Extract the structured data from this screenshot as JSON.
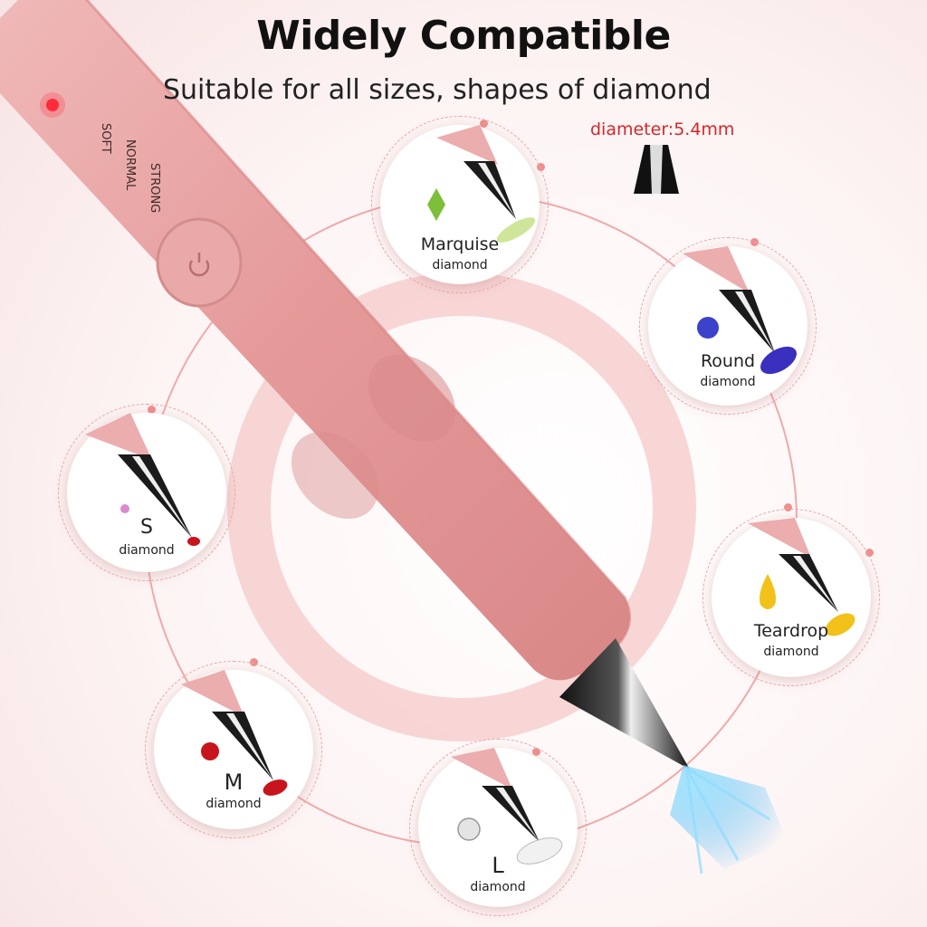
{
  "heading": {
    "title": "Widely Compatible",
    "subtitle": "Suitable for all sizes, shapes of diamond",
    "diameter": "diameter:5.4mm"
  },
  "pen": {
    "modes": [
      "STRONG",
      "NORMAL",
      "SOFT"
    ],
    "color": "#e7a5a5",
    "light_color": "#5ec8f5"
  },
  "diamonds": [
    {
      "name": "Marquise",
      "sub": "diamond",
      "gem_color": "#7bbf3a"
    },
    {
      "name": "Round",
      "sub": "diamond",
      "gem_color": "#3a43c9"
    },
    {
      "name": "Teardrop",
      "sub": "diamond",
      "gem_color": "#f2c21a"
    },
    {
      "name": "L",
      "sub": "diamond",
      "gem_color": "#d9d9d9"
    },
    {
      "name": "M",
      "sub": "diamond",
      "gem_color": "#c8141c"
    },
    {
      "name": "S",
      "sub": "diamond",
      "gem_color": "#d98ad0"
    }
  ]
}
